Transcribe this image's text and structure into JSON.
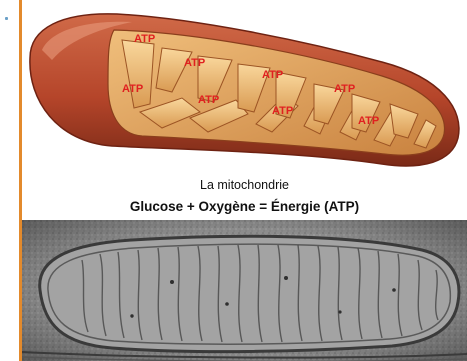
{
  "diagram": {
    "atp_labels": [
      "ATP",
      "ATP",
      "ATP",
      "ATP",
      "ATP",
      "ATP",
      "ATP",
      "ATP"
    ],
    "caption": "La mitochondrie",
    "equation": "Glucose + Oxygène = Énergie (ATP)"
  },
  "colors": {
    "outer_membrane": "#b5452a",
    "matrix": "#e3a45c",
    "cristae": "#f2c584",
    "label": "#e02020",
    "accent_rule": "#e38a2c"
  }
}
